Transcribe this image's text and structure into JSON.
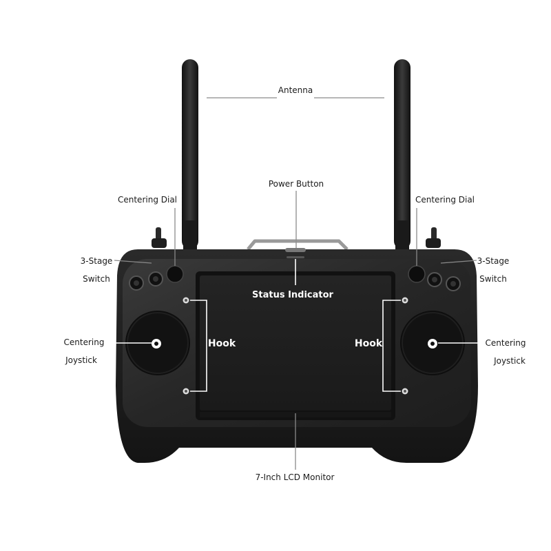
{
  "labels": {
    "antenna": "Antenna",
    "power_button": "Power Button",
    "centering_dial_left": "Centering Dial",
    "centering_dial_right": "Centering Dial",
    "three_stage_left_line1": "3-Stage",
    "three_stage_left_line2": "Switch",
    "three_stage_right_line1": "3-Stage",
    "three_stage_right_line2": "Switch",
    "status_indicator": "Status Indicator",
    "hook_left": "Hook",
    "hook_right": "Hook",
    "joystick_left_line1": "Centering",
    "joystick_left_line2": "Joystick",
    "joystick_right_line1": "Centering",
    "joystick_right_line2": "Joystick",
    "lcd_monitor": "7-Inch LCD Monitor"
  },
  "colors": {
    "body": "#1c1c1c",
    "faceplate": "#2b2b2b",
    "screen": "#1f1f1f",
    "leader": "#8a8a8a"
  }
}
